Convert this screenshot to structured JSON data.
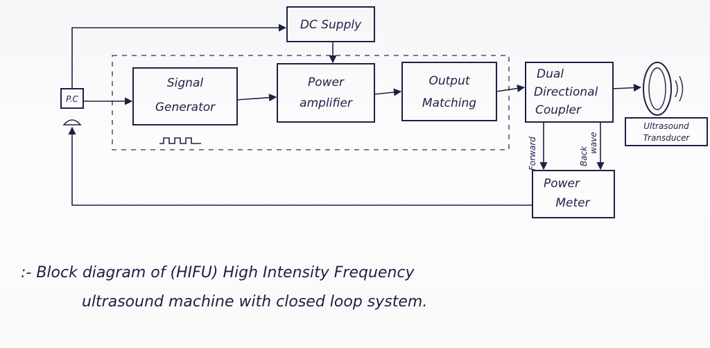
{
  "blocks": {
    "dc_supply": "DC Supply",
    "signal_generator": [
      "Signal",
      "Generator"
    ],
    "power_amplifier": [
      "Power",
      "amplifier"
    ],
    "output_matching": [
      "Output",
      "Matching"
    ],
    "dual_directional_coupler": [
      "Dual",
      "Directional",
      "Coupler"
    ],
    "power_meter": [
      "Power",
      "Meter"
    ],
    "pc": "P.C",
    "transducer": [
      "Ultrasound",
      "Transducer"
    ]
  },
  "signals": {
    "forward": "Forward",
    "back_wave": [
      "Back",
      "wave"
    ]
  },
  "caption": {
    "line1": ":- Block diagram of (HIFU) High Intensity Frequency",
    "line2": "ultrasound machine with closed loop system."
  },
  "colors": {
    "ink": "#1c2045",
    "paper": "#fbfbfc"
  }
}
